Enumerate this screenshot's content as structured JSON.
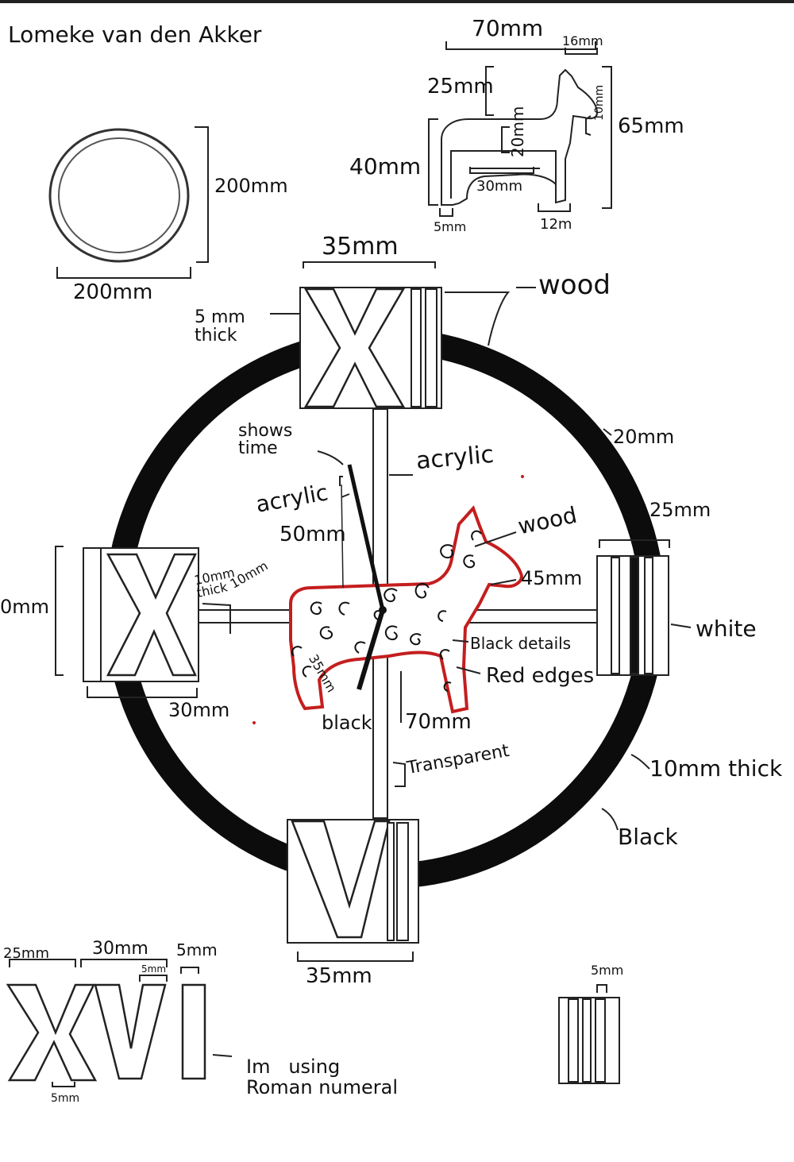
{
  "author": "Lomeke van den Akker",
  "colors": {
    "ink": "#111111",
    "ring": "#0c0c0c",
    "horse_edge": "#c41e1e",
    "paper": "#ffffff"
  },
  "top_ring": {
    "width_label": "200mm",
    "height_label": "200mm"
  },
  "horse_sketch": {
    "width_label": "70mm",
    "ear_label": "16mm",
    "head_label": "25mm",
    "height_label": "65mm",
    "neck_label": "10mm",
    "body_label": "20mm",
    "leg_label": "40mm",
    "belly_label": "30mm",
    "front_foot_label": "5mm",
    "back_foot_label": "12m"
  },
  "clock": {
    "numeral_12_width": "35mm",
    "numeral_thickness": "5 mm\nthick",
    "wood_label": "wood",
    "ring_width_label": "20mm",
    "numeral_3_width": "25mm",
    "white_label": "white",
    "ring_thick_label": "10mm thick",
    "black_label": "Black",
    "numeral_6_width": "35mm",
    "numeral_9_height": "0mm",
    "numeral_9_width": "30mm",
    "spoke_thick_label": "10mm\nthick",
    "spoke_size_label": "10mm",
    "shows_time": "shows\ntime",
    "hand_material": "acrylic",
    "hand_length": "50mm",
    "spoke_material": "acrylic",
    "short_hand_length": "35mm",
    "short_hand_color": "black",
    "spoke_length": "70mm",
    "transparent_label": "Transparent",
    "horse_material": "wood",
    "horse_height": "45mm",
    "horse_details": "Black details",
    "horse_edges": "Red edges"
  },
  "numerals_detail": {
    "x_width": "25mm",
    "v_width": "30mm",
    "i_width": "5mm",
    "v_stroke": "5mm",
    "x_stroke": "5mm",
    "note": "Im   using\nRoman numeral"
  },
  "bars_detail": {
    "bar_width": "5mm"
  }
}
